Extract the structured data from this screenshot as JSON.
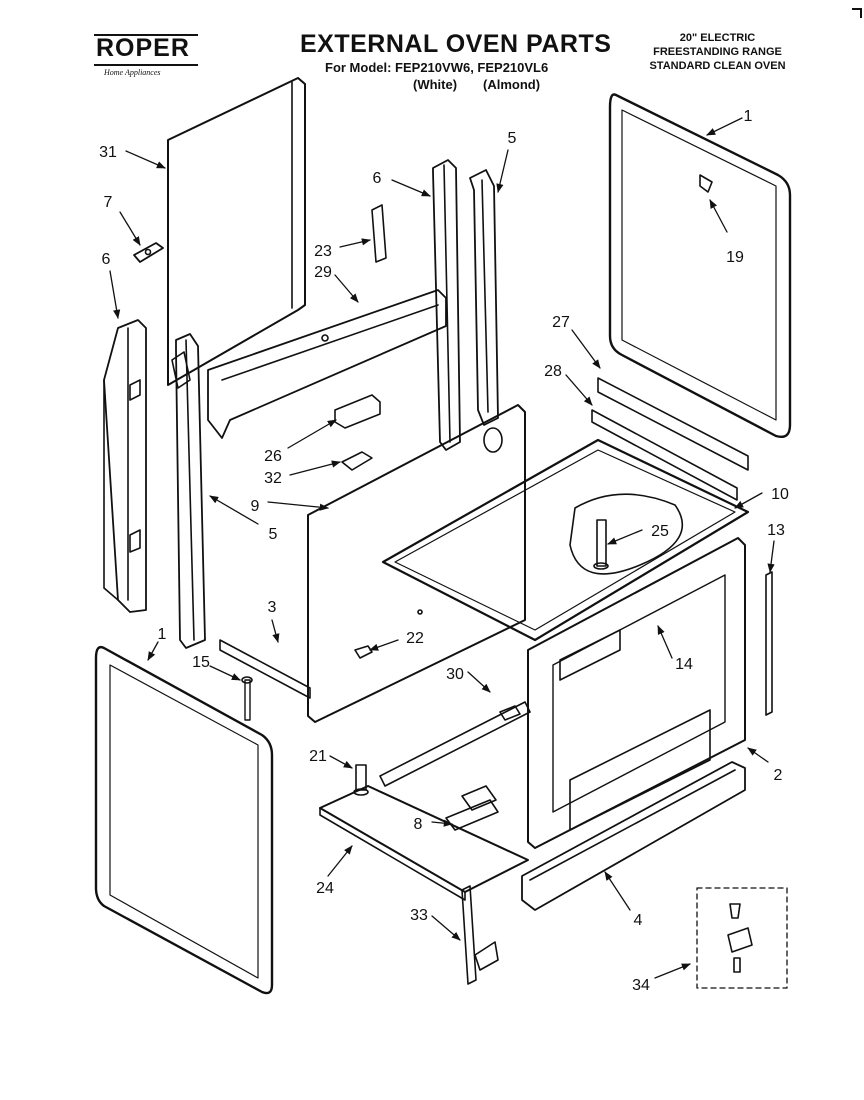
{
  "header": {
    "title": "EXTERNAL OVEN PARTS",
    "model_line": "For Model: FEP210VW6, FEP210VL6",
    "variant_white": "(White)",
    "variant_almond": "(Almond)",
    "spec_line1": "20\" ELECTRIC",
    "spec_line2": "FREESTANDING RANGE",
    "spec_line3": "STANDARD CLEAN OVEN"
  },
  "logo": {
    "brand": "ROPER",
    "subtitle": "Home Appliances"
  },
  "callouts": [
    {
      "id": "c1a",
      "label": "1"
    },
    {
      "id": "c19",
      "label": "19"
    },
    {
      "id": "c5a",
      "label": "5"
    },
    {
      "id": "c6a",
      "label": "6"
    },
    {
      "id": "c31",
      "label": "31"
    },
    {
      "id": "c7",
      "label": "7"
    },
    {
      "id": "c6b",
      "label": "6"
    },
    {
      "id": "c23",
      "label": "23"
    },
    {
      "id": "c29",
      "label": "29"
    },
    {
      "id": "c27",
      "label": "27"
    },
    {
      "id": "c28",
      "label": "28"
    },
    {
      "id": "c26",
      "label": "26"
    },
    {
      "id": "c32",
      "label": "32"
    },
    {
      "id": "c9",
      "label": "9"
    },
    {
      "id": "c5b",
      "label": "5"
    },
    {
      "id": "c10",
      "label": "10"
    },
    {
      "id": "c25",
      "label": "25"
    },
    {
      "id": "c13",
      "label": "13"
    },
    {
      "id": "c3",
      "label": "3"
    },
    {
      "id": "c22",
      "label": "22"
    },
    {
      "id": "c1b",
      "label": "1"
    },
    {
      "id": "c15",
      "label": "15"
    },
    {
      "id": "c30",
      "label": "30"
    },
    {
      "id": "c14",
      "label": "14"
    },
    {
      "id": "c21",
      "label": "21"
    },
    {
      "id": "c2",
      "label": "2"
    },
    {
      "id": "c8",
      "label": "8"
    },
    {
      "id": "c24",
      "label": "24"
    },
    {
      "id": "c4",
      "label": "4"
    },
    {
      "id": "c33",
      "label": "33"
    },
    {
      "id": "c34",
      "label": "34"
    }
  ]
}
